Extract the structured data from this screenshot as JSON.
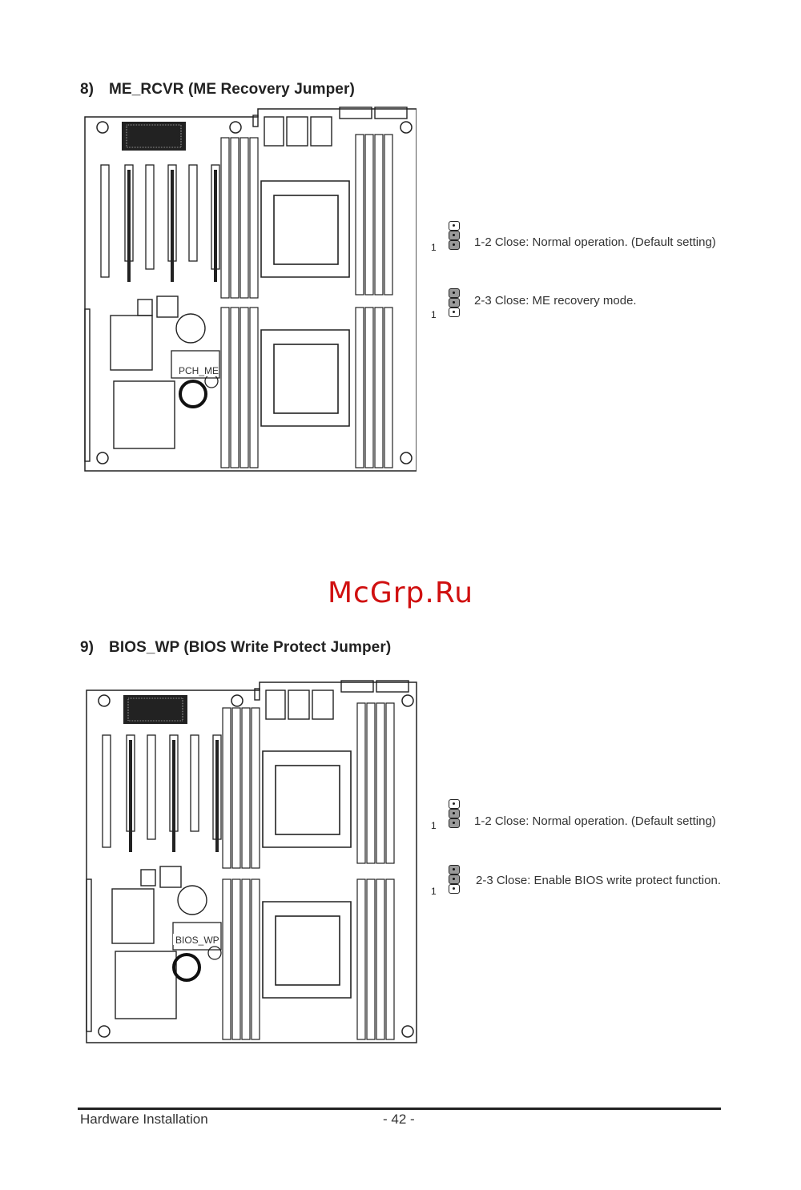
{
  "sections": [
    {
      "number": "8)",
      "title": "ME_RCVR (ME Recovery Jumper)",
      "board_label": "PCH_ME",
      "options": [
        {
          "pin_marker": "1",
          "description": "1-2 Close: Normal operation. (Default setting)"
        },
        {
          "pin_marker": "1",
          "description": "2-3 Close: ME recovery mode."
        }
      ]
    },
    {
      "number": "9)",
      "title": "BIOS_WP (BIOS Write Protect Jumper)",
      "board_label": "BIOS_WP",
      "options": [
        {
          "pin_marker": "1",
          "description": "1-2 Close: Normal operation. (Default setting)"
        },
        {
          "pin_marker": "1",
          "description": "2-3 Close: Enable BIOS write protect function."
        }
      ]
    }
  ],
  "watermark": "McGrp.Ru",
  "footer": {
    "left": "Hardware Installation",
    "page": "- 42 -"
  }
}
